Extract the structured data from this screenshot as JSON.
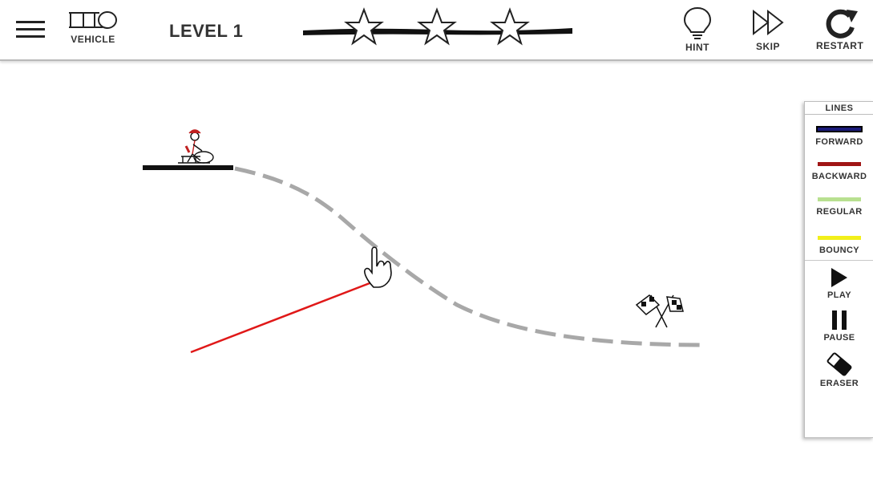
{
  "topbar": {
    "vehicle_label": "VEHICLE",
    "level_title": "LEVEL 1",
    "hint_label": "HINT",
    "skip_label": "SKIP",
    "restart_label": "RESTART",
    "stars_total": 3,
    "stars_earned": 0
  },
  "palette": {
    "header": "LINES",
    "lines": [
      {
        "label": "FORWARD",
        "color": "#1a1a7a"
      },
      {
        "label": "BACKWARD",
        "color": "#a01515"
      },
      {
        "label": "REGULAR",
        "color": "#b8e090"
      },
      {
        "label": "BOUNCY",
        "color": "#f2ef1a"
      }
    ],
    "tools": [
      {
        "label": "PLAY",
        "icon": "play-icon"
      },
      {
        "label": "PAUSE",
        "icon": "pause-icon"
      },
      {
        "label": "ERASER",
        "icon": "eraser-icon"
      }
    ]
  },
  "colors": {
    "drawn_line": "#e01818",
    "hint_path": "#a8a8a8",
    "platform": "#111111"
  }
}
